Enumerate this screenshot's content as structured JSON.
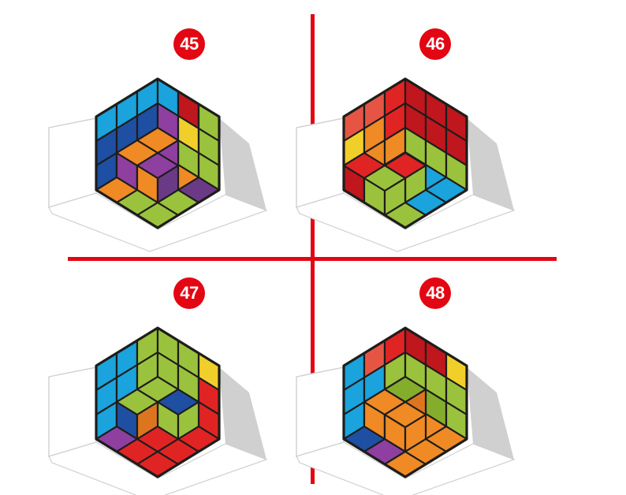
{
  "theme": {
    "accent": "#e30613",
    "outline": "#1d1d1b",
    "shadow": "#d0d0d0",
    "backdrop_fill": "#ffffff",
    "backdrop_stroke": "#cfcfcf"
  },
  "palette": {
    "B": "#1e4fa3",
    "P": "#8e3fa0",
    "M": "#a55aa8",
    "W": "#6b3a86",
    "C": "#1aa3dc",
    "O": "#f08a24",
    "D": "#dd7520",
    "G": "#9bc23c",
    "E": "#84ad2c",
    "Y": "#f1cf2b",
    "R": "#e02424",
    "K": "#c0161e",
    "S": "#e65544"
  },
  "puzzles": [
    {
      "number": "45",
      "faces": {
        "left": [
          [
            "C",
            "C",
            "C"
          ],
          [
            "B",
            "B",
            "B"
          ],
          [
            "B",
            "B",
            "O"
          ]
        ],
        "right": [
          [
            "C",
            "K",
            "G"
          ],
          [
            "P",
            "Y",
            "G"
          ],
          [
            "P",
            "G",
            "G"
          ]
        ],
        "bottom": [
          [
            "O",
            "O",
            "W"
          ],
          [
            "O",
            "O",
            "G"
          ],
          [
            "O",
            "G",
            "G"
          ]
        ]
      },
      "cutouts": [
        {
          "cell": [
            0,
            0
          ],
          "colors": {
            "left": "P",
            "right": "P",
            "top": "O"
          }
        },
        {
          "cell": [
            1,
            0
          ],
          "colors": {
            "left": "P",
            "right": "P",
            "top": "O"
          }
        },
        {
          "cell": [
            1,
            1
          ],
          "colors": {
            "left": "O",
            "right": "W",
            "top": "P"
          }
        }
      ]
    },
    {
      "number": "46",
      "faces": {
        "left": [
          [
            "S",
            "S",
            "R"
          ],
          [
            "Y",
            "O",
            "R"
          ],
          [
            "O",
            "O",
            "O"
          ]
        ],
        "right": [
          [
            "K",
            "K",
            "K"
          ],
          [
            "K",
            "K",
            "K"
          ],
          [
            "G",
            "G",
            "G"
          ]
        ],
        "bottom": [
          [
            "B",
            "C",
            "C"
          ],
          [
            "P",
            "B",
            "C"
          ],
          [
            "P",
            "P",
            "G"
          ]
        ]
      },
      "cutouts": [
        {
          "cell": [
            2,
            0
          ],
          "colors": {
            "left": "K",
            "right": "G",
            "top": "R"
          }
        },
        {
          "cell": [
            2,
            1
          ],
          "colors": {
            "left": "G",
            "right": "G",
            "top": "G"
          }
        },
        {
          "cell": [
            1,
            1
          ],
          "colors": {
            "left": "G",
            "right": "G",
            "top": "R"
          }
        }
      ]
    },
    {
      "number": "47",
      "faces": {
        "left": [
          [
            "C",
            "C",
            "G"
          ],
          [
            "C",
            "C",
            "G"
          ],
          [
            "C",
            "C",
            "B"
          ]
        ],
        "right": [
          [
            "G",
            "G",
            "Y"
          ],
          [
            "G",
            "G",
            "R"
          ],
          [
            "B",
            "B",
            "R"
          ]
        ],
        "bottom": [
          [
            "B",
            "B",
            "R"
          ],
          [
            "B",
            "R",
            "R"
          ],
          [
            "P",
            "R",
            "R"
          ]
        ]
      },
      "cutouts": [
        {
          "cell": [
            0,
            0
          ],
          "colors": {
            "left": "B",
            "right": "G",
            "top": "G"
          }
        },
        {
          "cell": [
            1,
            0
          ],
          "colors": {
            "left": "B",
            "right": "D",
            "top": "G"
          }
        },
        {
          "cell": [
            0,
            1
          ],
          "colors": {
            "left": "G",
            "right": "G",
            "top": "B"
          }
        }
      ]
    },
    {
      "number": "48",
      "faces": {
        "left": [
          [
            "C",
            "S",
            "R"
          ],
          [
            "C",
            "C",
            "G"
          ],
          [
            "C",
            "C",
            "C"
          ]
        ],
        "right": [
          [
            "K",
            "K",
            "Y"
          ],
          [
            "G",
            "G",
            "G"
          ],
          [
            "D",
            "E",
            "G"
          ]
        ],
        "bottom": [
          [
            "O",
            "O",
            "O"
          ],
          [
            "O",
            "O",
            "O"
          ],
          [
            "B",
            "P",
            "O"
          ]
        ]
      },
      "cutouts": [
        {
          "cell": [
            0,
            0
          ],
          "colors": {
            "left": "G",
            "right": "D",
            "top": "E"
          }
        },
        {
          "cell": [
            1,
            0
          ],
          "colors": {
            "left": "O",
            "right": "D",
            "top": "O"
          }
        },
        {
          "cell": [
            1,
            1
          ],
          "colors": {
            "left": "O",
            "right": "O",
            "top": "O"
          }
        }
      ]
    }
  ]
}
